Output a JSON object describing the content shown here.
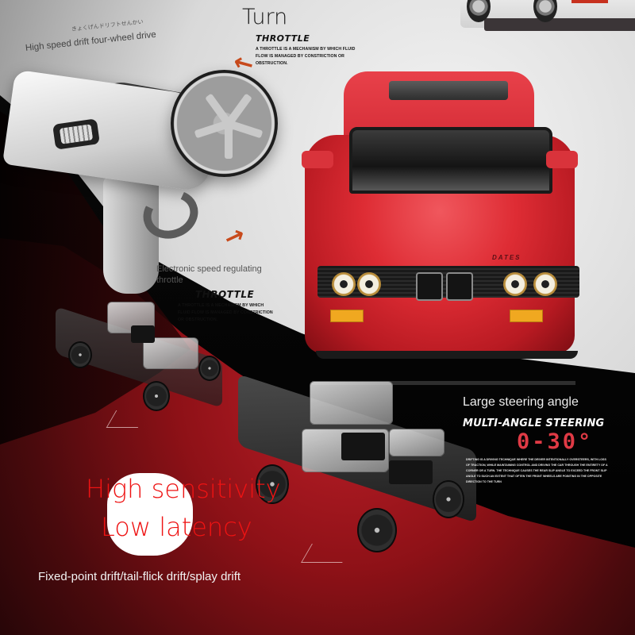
{
  "top": {
    "jp_text": "きょくげんドリフトせんかい",
    "drive_caption": "High speed drift four-wheel drive",
    "turn_label": "Turn",
    "throttle_top": {
      "title": "THROTTLE",
      "description": "A throttle is a mechanism by which fluid flow is managed by constriction or obstruction."
    }
  },
  "controller": {
    "esc_caption": "Electronic speed regulating throttle",
    "throttle_mid": {
      "title": "THROTTLE",
      "description": "A throttle is a mechanism by which fluid flow is managed by constriction or obstruction."
    }
  },
  "car": {
    "badge": "DATES",
    "body_color": "#de2c34"
  },
  "steering": {
    "caption": "Large steering angle",
    "title": "MULTI-ANGLE STEERING",
    "range": "0-30°",
    "range_color": "#e03a45",
    "description": "Drifting is a driving technique where the driver intentionally oversteers, with loss of traction, while maintaining control and driving the car through the entirety of a corner or a turn. The technique causes the rear slip angle to exceed the front slip angle to such an extent that often the front wheels are pointing in the opposite direction to the turn"
  },
  "performance": {
    "line1": "High sensitivity",
    "line2": "Low latency",
    "text_color": "#ee1313"
  },
  "drift_modes": "Fixed-point drift/tail-flick drift/splay drift",
  "icons": {
    "turn_arrow": "curved-arrow-up-left",
    "throttle_arrow": "curved-arrow-up-right",
    "angle_marker": "angle-indicator"
  }
}
